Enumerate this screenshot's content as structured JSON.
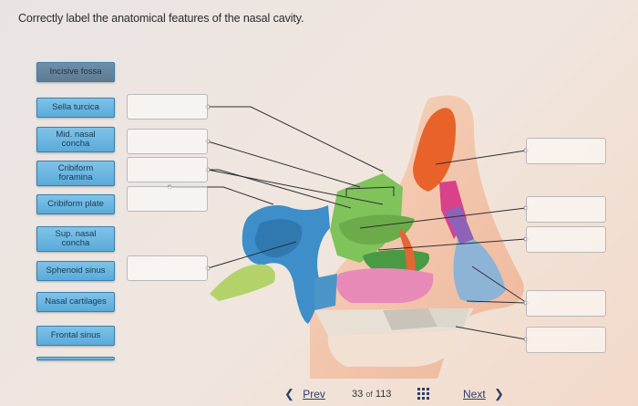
{
  "question": "Correctly label the anatomical features of the nasal cavity.",
  "labels": [
    {
      "text": "Incisive fossa",
      "lines": 1
    },
    {
      "text": "Sella turcica",
      "lines": 1
    },
    {
      "text": "Mid. nasal concha",
      "lines": 2
    },
    {
      "text": "Cribiform foramina",
      "lines": 2
    },
    {
      "text": "Cribiform plate",
      "lines": 1
    },
    {
      "text": "Sup. nasal concha",
      "lines": 2
    },
    {
      "text": "Sphenoid sinus",
      "lines": 1
    },
    {
      "text": "Nasal cartilages",
      "lines": 1
    },
    {
      "text": "Frontal sinus",
      "lines": 1
    }
  ],
  "nav": {
    "prev": "Prev",
    "page_current": "33",
    "page_of": "of",
    "page_total": "113",
    "next": "Next"
  },
  "colors": {
    "chip": "#6bb6e2",
    "nav_text": "#2b3f66"
  }
}
